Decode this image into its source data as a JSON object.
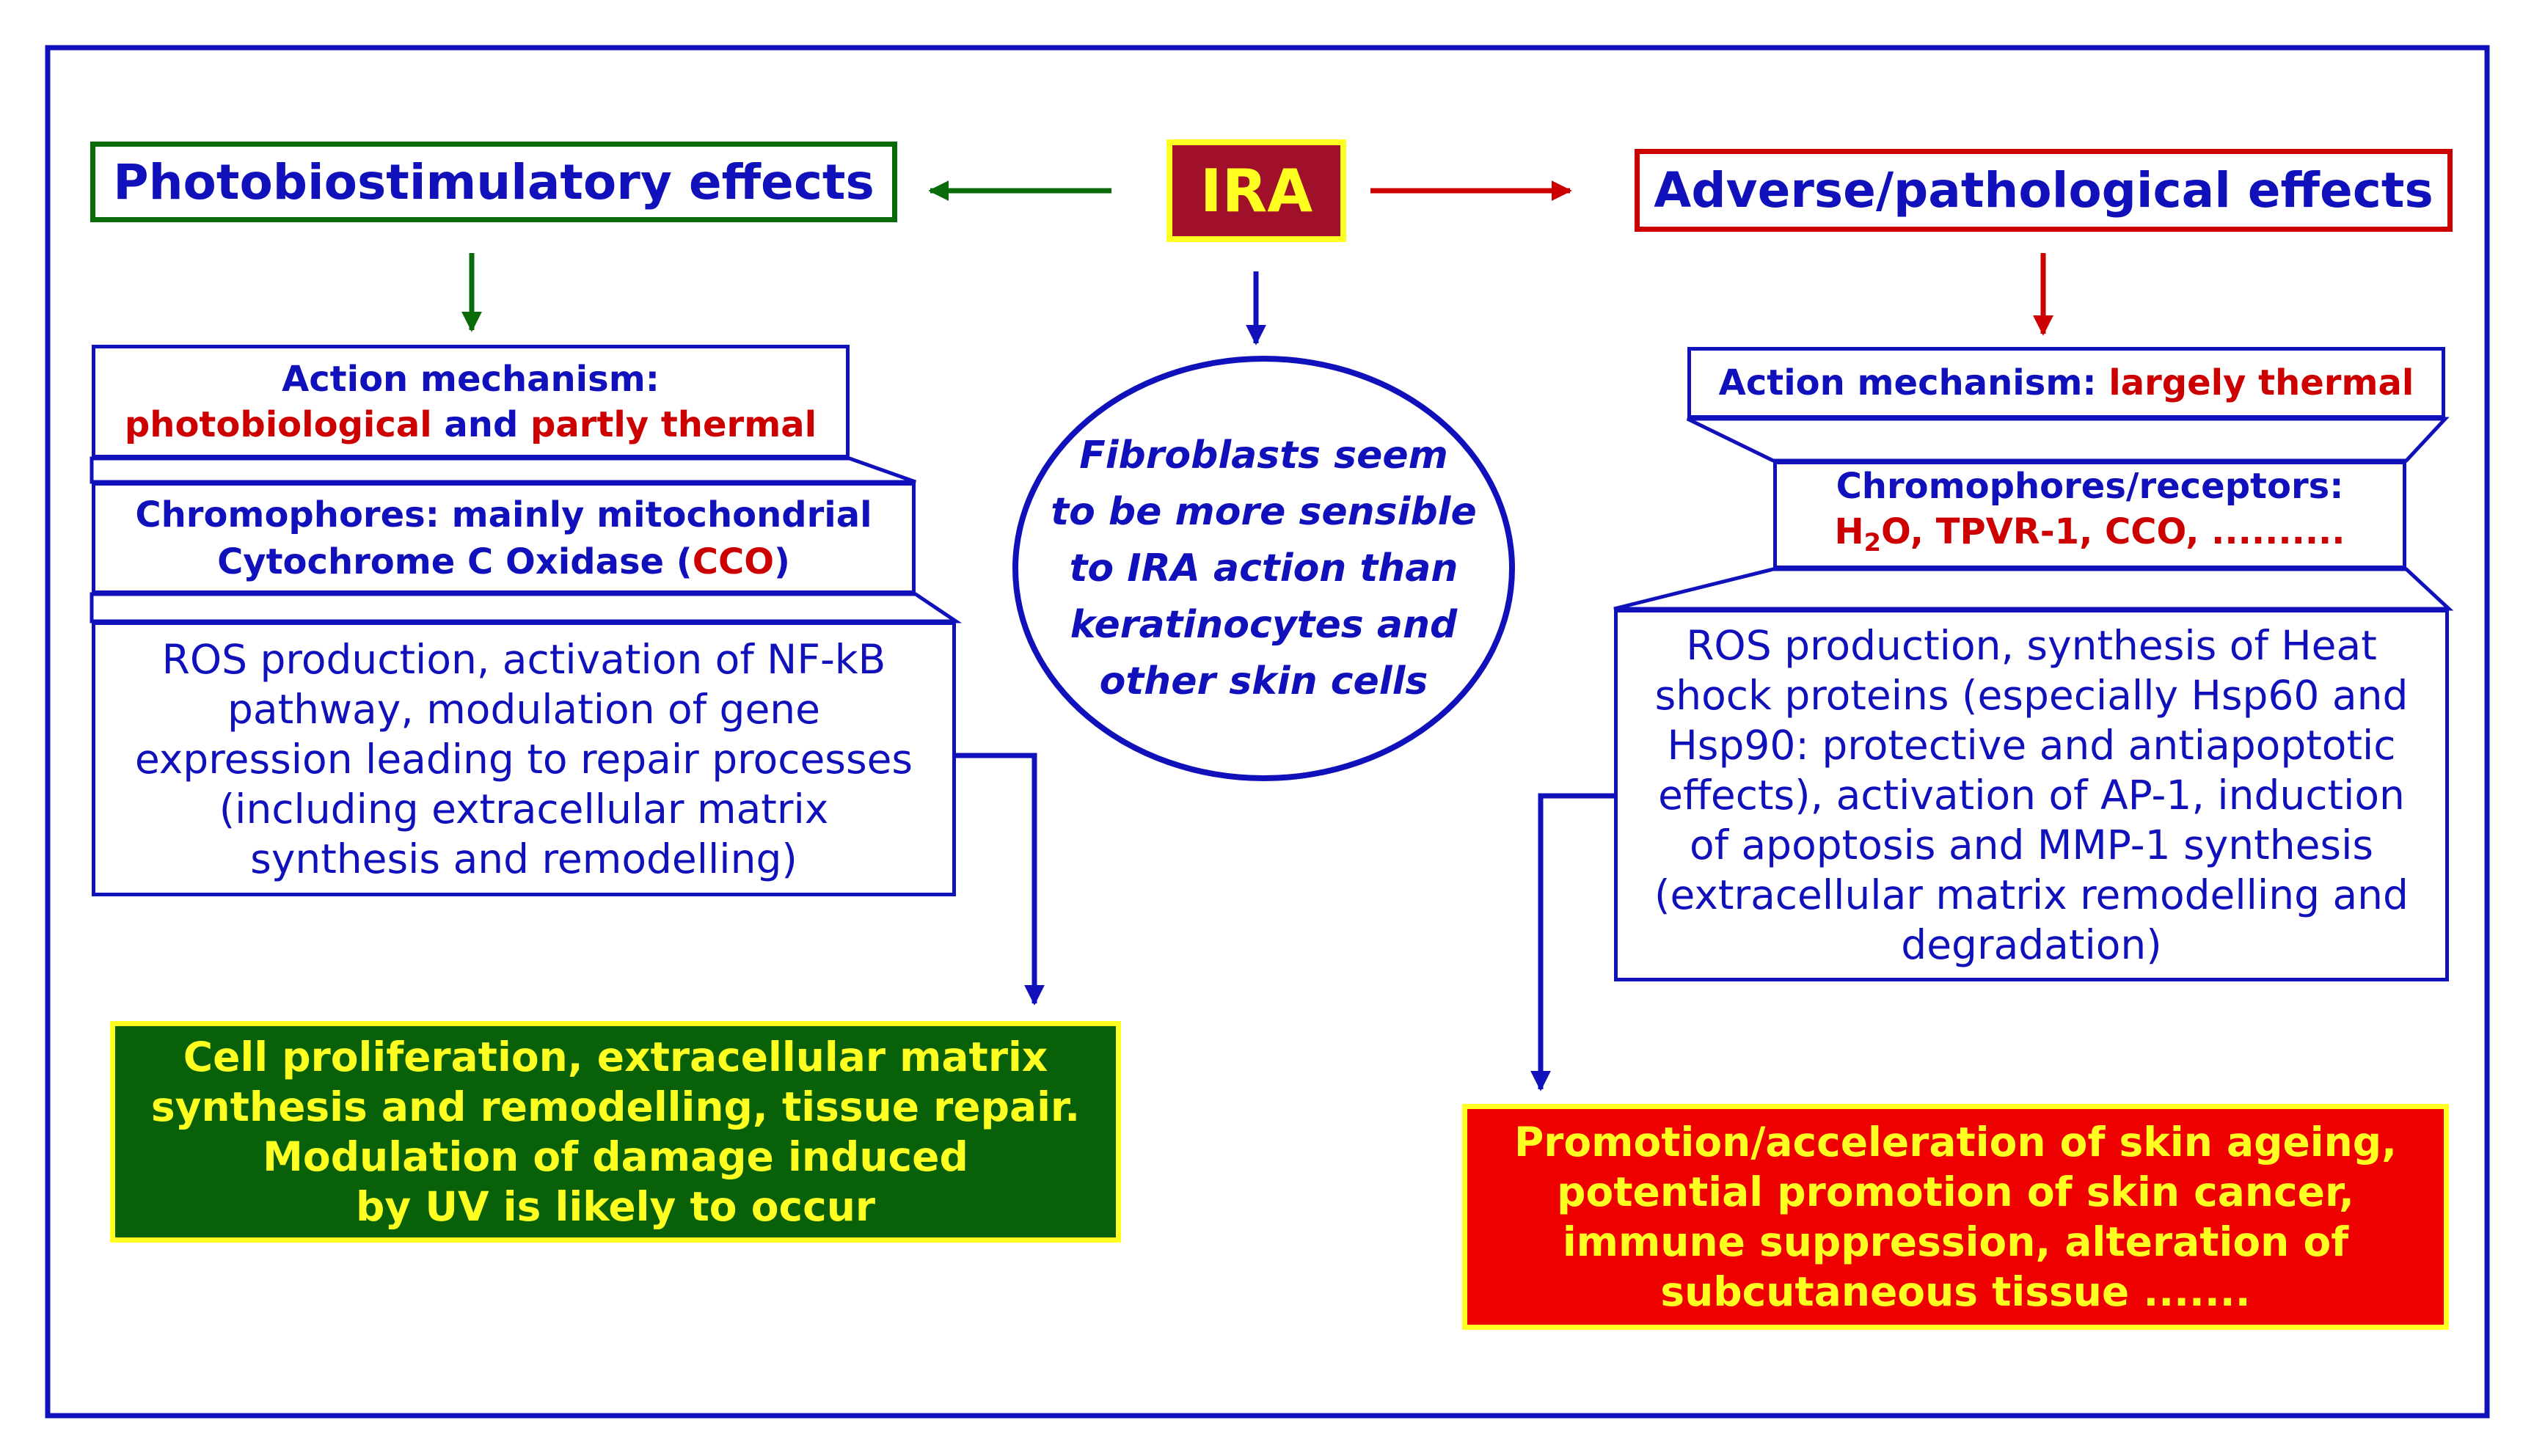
{
  "nodes": {
    "ira": "IRA",
    "left_title": "Photobiostimulatory effects",
    "right_title": "Adverse/pathological effects",
    "left_action": {
      "line1": "Action mechanism:",
      "photobiological": "photobiological",
      "and": " and ",
      "partly_thermal": "partly thermal"
    },
    "left_chromophores": {
      "line1": "Chromophores: mainly mitochondrial",
      "line2_prefix": "Cytochrome C Oxidase (",
      "cco": "CCO",
      "line2_suffix": ")"
    },
    "left_ros": [
      "ROS production, activation of NF-kB",
      "pathway, modulation of gene",
      "expression leading to repair processes",
      "(including extracellular matrix",
      "synthesis and remodelling)"
    ],
    "center": [
      "Fibroblasts seem",
      "to be more sensible",
      "to IRA action than",
      "keratinocytes and",
      "other skin cells"
    ],
    "right_action": {
      "prefix": "Action mechanism: ",
      "highlight": "largely thermal"
    },
    "right_chromophores": {
      "line1": "Chromophores/receptors:",
      "h": "H",
      "sub2": "2",
      "rest": "O, TPVR-1, CCO, .........."
    },
    "right_ros": [
      "ROS production, synthesis of Heat",
      "shock proteins (especially Hsp60 and",
      "Hsp90: protective and antiapoptotic",
      "effects), activation of AP-1, induction",
      "of apoptosis and MMP-1 synthesis",
      "(extracellular matrix remodelling and",
      "degradation)"
    ],
    "left_outcome": [
      "Cell proliferation, extracellular matrix",
      "synthesis and remodelling, tissue repair.",
      "Modulation of damage induced",
      "by UV is likely to occur"
    ],
    "right_outcome": [
      "Promotion/acceleration of skin ageing,",
      "potential promotion of skin cancer,",
      "immune suppression, alteration of",
      "subcutaneous tissue ......."
    ]
  },
  "colors": {
    "frame": "#1111bb",
    "text_blue": "#1111bb",
    "text_red": "#cc0000",
    "left_arrow_green": "#0a6b0a",
    "right_arrow_red": "#cc0000",
    "ira_fill": "#a0102a",
    "highlight_yellow": "#ffff22",
    "left_outcome_fill": "#086108",
    "right_outcome_fill": "#ee0000"
  }
}
